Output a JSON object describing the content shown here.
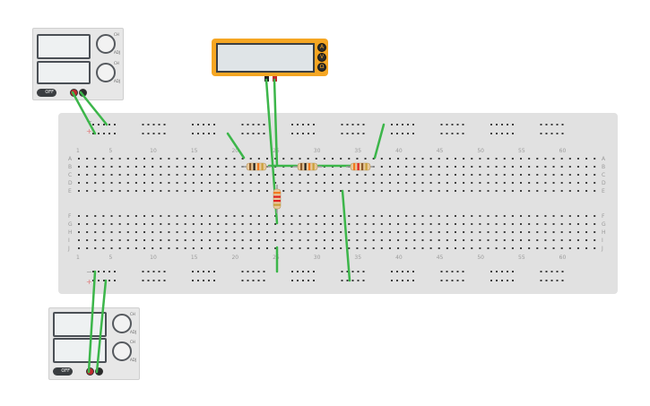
{
  "breadboard": {
    "column_numbers": [
      "1",
      "5",
      "10",
      "15",
      "20",
      "25",
      "30",
      "35",
      "40",
      "45",
      "50",
      "55",
      "60"
    ],
    "row_letters_top": [
      "A",
      "B",
      "C",
      "D",
      "E"
    ],
    "row_letters_bottom": [
      "F",
      "G",
      "H",
      "I",
      "J"
    ],
    "rail_plus": "+",
    "rail_minus": "−"
  },
  "power_supplies": [
    {
      "name": "top",
      "power_label": "OFF",
      "knob_labels": [
        "CH",
        "ADJ",
        "CH",
        "ADJ"
      ]
    },
    {
      "name": "bottom",
      "power_label": "OFF",
      "knob_labels": [
        "CH",
        "ADJ",
        "CH",
        "ADJ"
      ]
    }
  ],
  "multimeter": {
    "buttons": [
      "A",
      "V",
      "Ω"
    ]
  },
  "colors": {
    "wire": "#3cb64a",
    "meter_body": "#f5a623",
    "board": "#e1e1e1",
    "hole": "#3d3d3d",
    "resistor_body": "#e8c99b"
  },
  "resistors": [
    {
      "name": "resistor-1",
      "bands": [
        "#8a5a2b",
        "#222222",
        "#f07a20",
        "#c8a03a"
      ]
    },
    {
      "name": "resistor-2",
      "bands": [
        "#8a5a2b",
        "#222222",
        "#f07a20",
        "#c8a03a"
      ]
    },
    {
      "name": "resistor-3",
      "bands": [
        "#f07a20",
        "#e02020",
        "#8a5a2b",
        "#c8a03a"
      ]
    },
    {
      "name": "resistor-vertical",
      "bands": [
        "#f07a20",
        "#e02020",
        "#e02020",
        "#c8a03a"
      ]
    }
  ]
}
